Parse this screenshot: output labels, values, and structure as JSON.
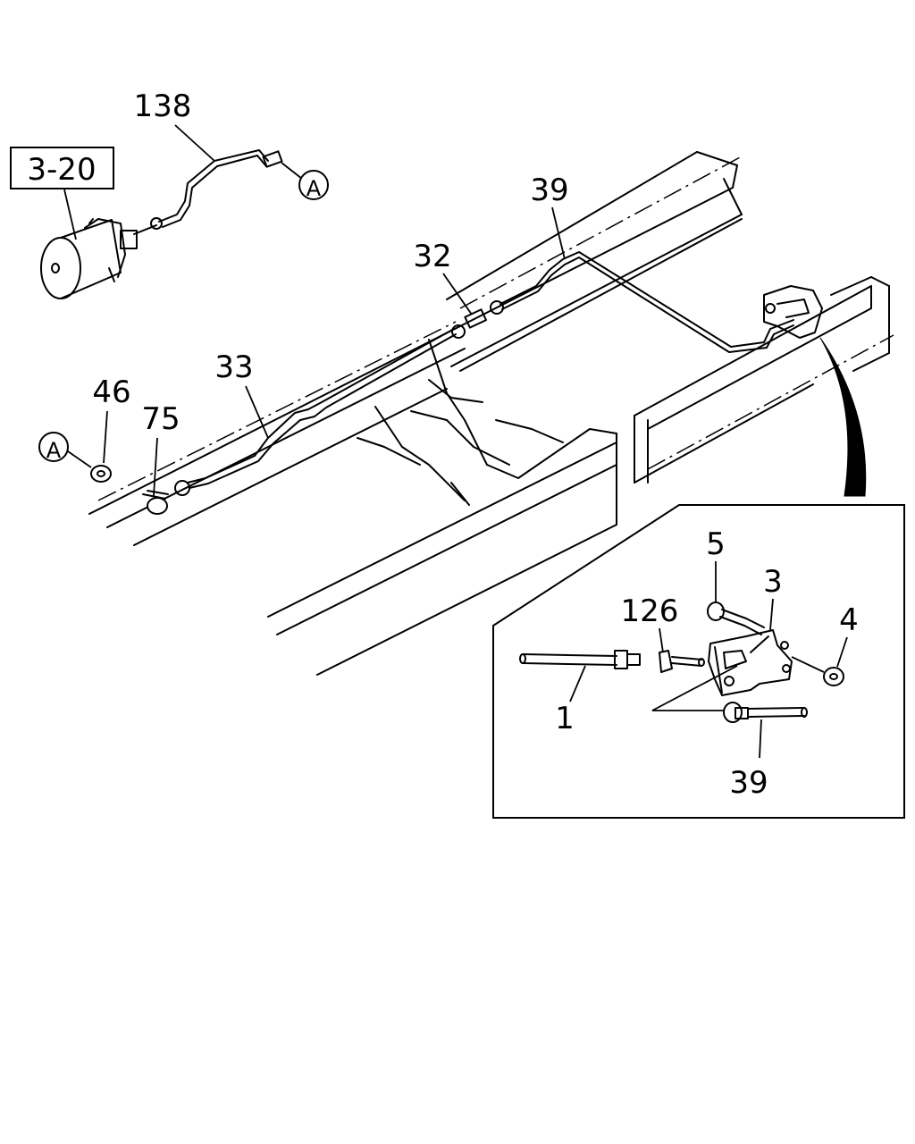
{
  "refs": {
    "ref_3_20": "3-20",
    "circle_a_top": "A",
    "circle_a_left": "A"
  },
  "callouts": {
    "part_138": "138",
    "part_39_main": "39",
    "part_32": "32",
    "part_33": "33",
    "part_46": "46",
    "part_75": "75"
  },
  "detail": {
    "part_5": "5",
    "part_3": "3",
    "part_126": "126",
    "part_4": "4",
    "part_1": "1",
    "part_39": "39"
  }
}
